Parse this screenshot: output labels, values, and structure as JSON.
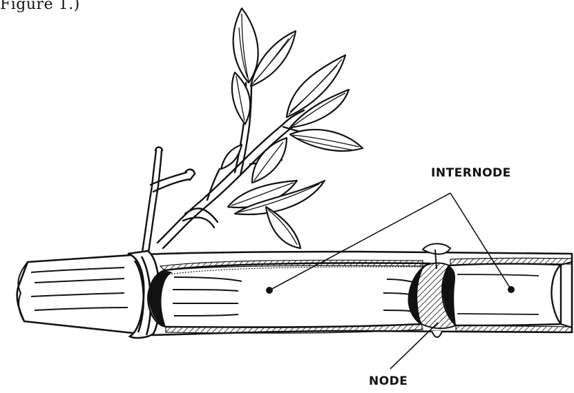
{
  "caption": "Figure 1.)",
  "labels": {
    "internode": "INTERNODE",
    "node": "NODE"
  },
  "colors": {
    "ink": "#111111",
    "paper": "#ffffff"
  }
}
